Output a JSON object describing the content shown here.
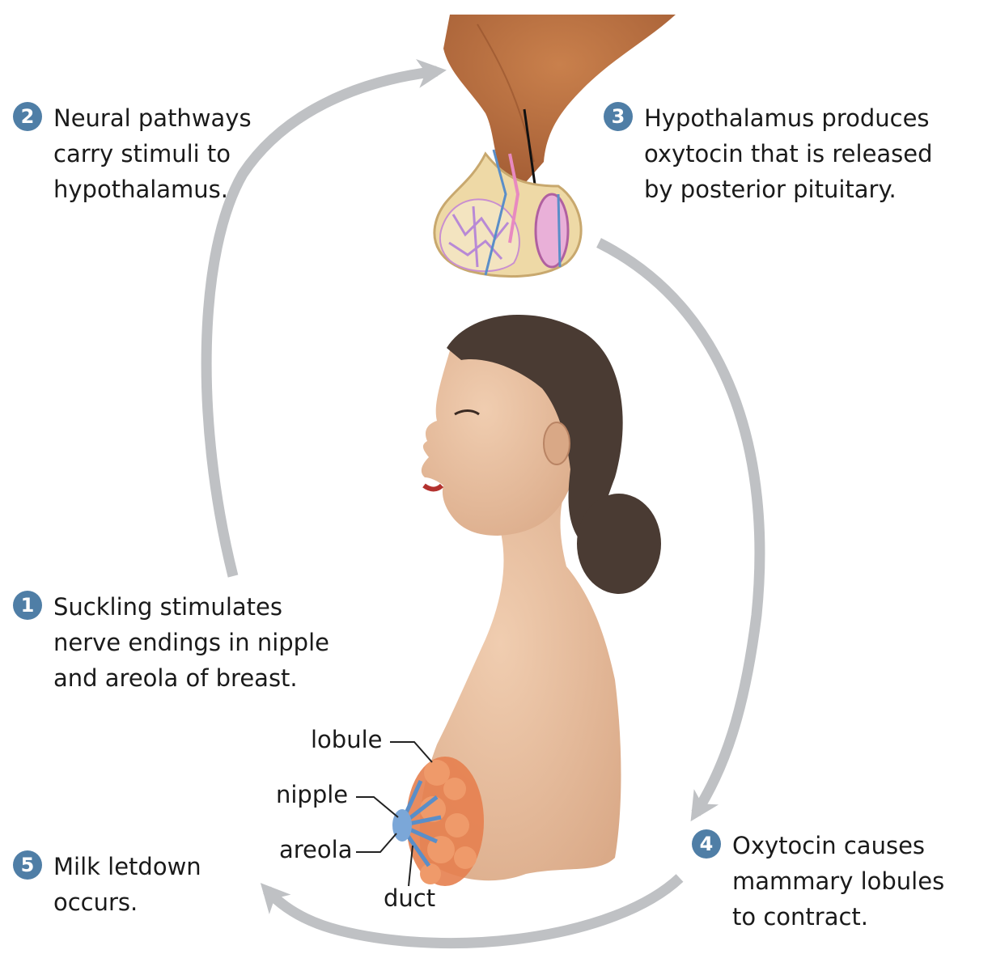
{
  "colors": {
    "badge": "#4f7ea6",
    "arrow": "#bfc1c4",
    "skin": "#e6bc9c",
    "hair": "#4a3b33",
    "brain": "#b86e3e",
    "gland": "#eed9a6",
    "lobule": "#e67f4f",
    "duct": "#5a8ec8"
  },
  "steps": [
    {
      "id": "step-1",
      "number": "1",
      "text": "Suckling stimulates\nnerve endings in nipple\nand areola of breast."
    },
    {
      "id": "step-2",
      "number": "2",
      "text": "Neural pathways\ncarry stimuli to\nhypothalamus."
    },
    {
      "id": "step-3",
      "number": "3",
      "text": "Hypothalamus produces\noxytocin that is released\nby posterior pituitary."
    },
    {
      "id": "step-4",
      "number": "4",
      "text": "Oxytocin causes\nmammary lobules\nto contract."
    },
    {
      "id": "step-5",
      "number": "5",
      "text": "Milk letdown\noccurs."
    }
  ],
  "labels": {
    "lobule": "lobule",
    "nipple": "nipple",
    "areola": "areola",
    "duct": "duct"
  }
}
